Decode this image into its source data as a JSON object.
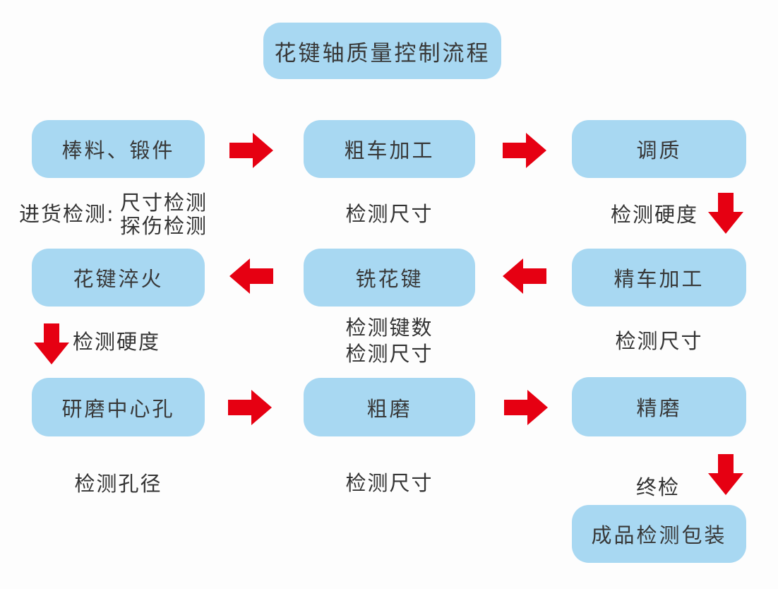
{
  "title": "花键轴质量控制流程",
  "colors": {
    "box_fill": "#a8d8f2",
    "arrow_red": "#e60012",
    "text": "#3b3b3b"
  },
  "rows": {
    "row1": {
      "box1": "棒料、锻件",
      "box2": "粗车加工",
      "box3": "调质",
      "incoming_prefix": "进货检测:",
      "incoming_line1": "尺寸检测",
      "incoming_line2": "探伤检测",
      "box2_check": "检测尺寸",
      "box3_check": "检测硬度"
    },
    "row2": {
      "box1": "花键淬火",
      "box2": "铣花键",
      "box3": "精车加工",
      "box1_check": "检测硬度",
      "box2_check_line1": "检测键数",
      "box2_check_line2": "检测尺寸",
      "box3_check": "检测尺寸"
    },
    "row3": {
      "box1": "研磨中心孔",
      "box2": "粗磨",
      "box3": "精磨",
      "box1_check": "检测孔径",
      "box2_check": "检测尺寸",
      "box3_check": "终检",
      "final_box": "成品检测包装"
    }
  }
}
